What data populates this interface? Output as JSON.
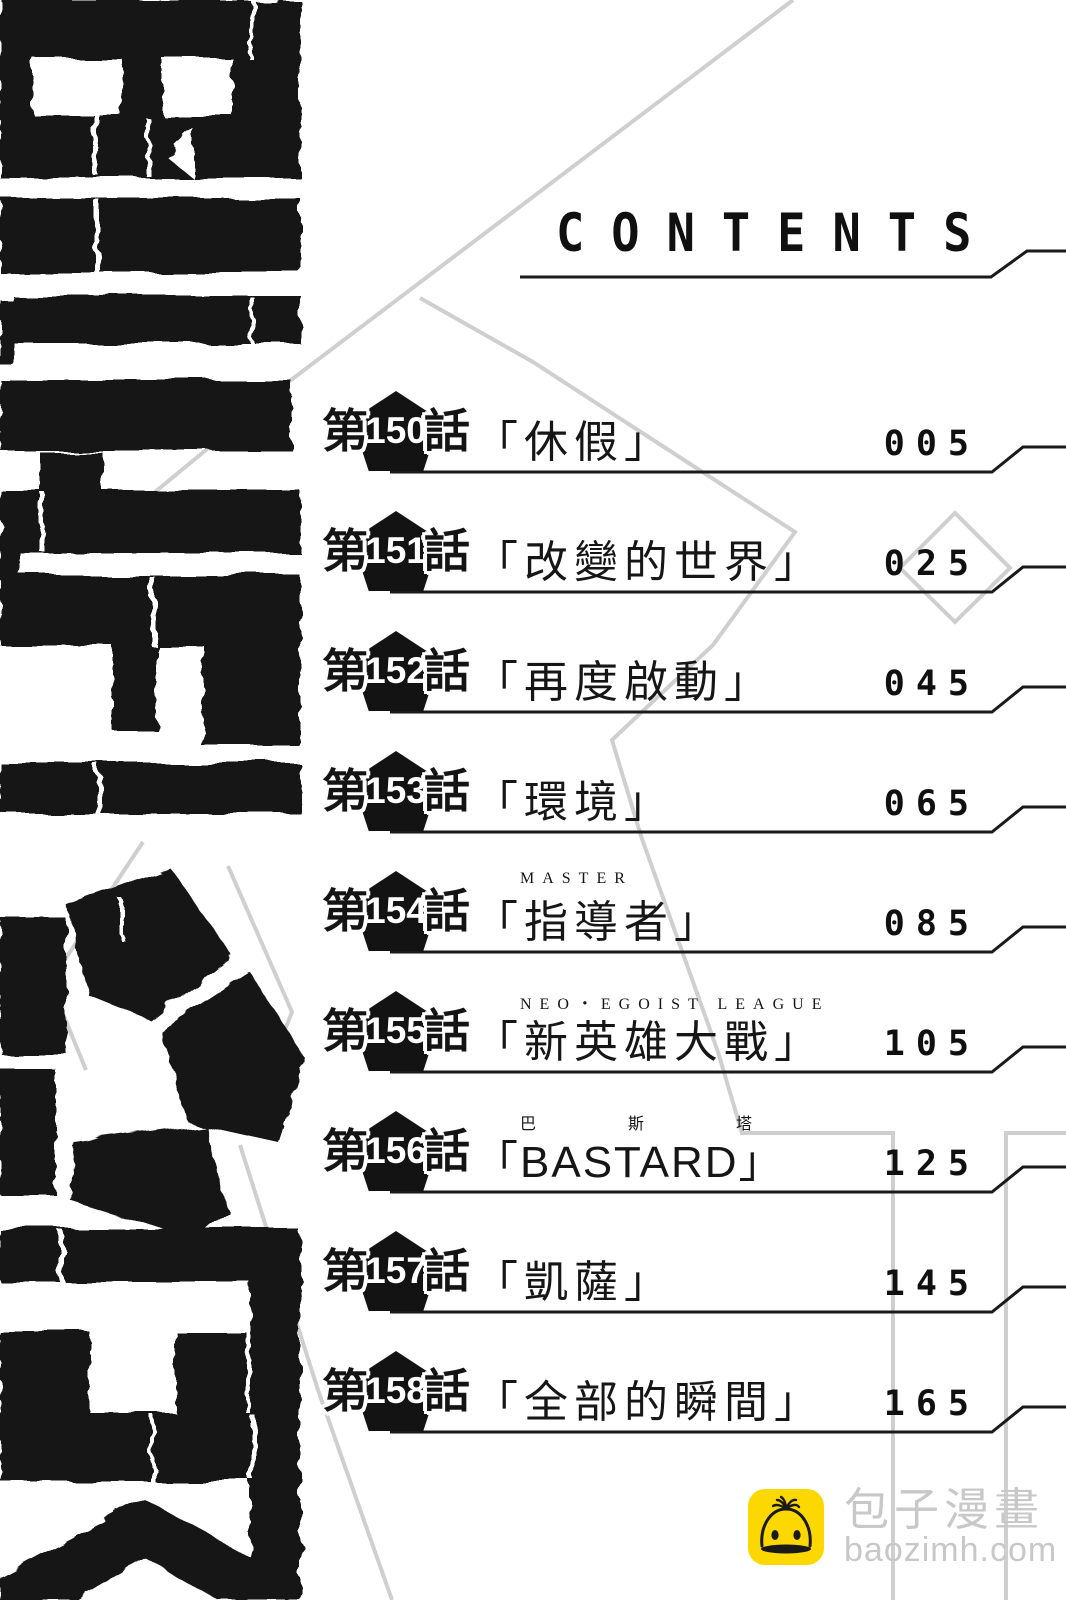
{
  "header": {
    "title": "CONTENTS"
  },
  "toc": {
    "chapter_prefix": "第",
    "chapter_suffix": "話",
    "entries": [
      {
        "num": "150",
        "title": "「休假」",
        "ruby": "",
        "page": "005"
      },
      {
        "num": "151",
        "title": "「改變的世界」",
        "ruby": "",
        "page": "025"
      },
      {
        "num": "152",
        "title": "「再度啟動」",
        "ruby": "",
        "page": "045"
      },
      {
        "num": "153",
        "title": "「環境」",
        "ruby": "",
        "page": "065"
      },
      {
        "num": "154",
        "title": "「指導者」",
        "ruby": "MASTER",
        "page": "085"
      },
      {
        "num": "155",
        "title": "「新英雄大戰」",
        "ruby": "NEO・EGOIST LEAGUE",
        "page": "105"
      },
      {
        "num": "156",
        "title": "「BASTARD」",
        "ruby": "巴　斯　塔",
        "page": "125"
      },
      {
        "num": "157",
        "title": "「凱薩」",
        "ruby": "",
        "page": "145"
      },
      {
        "num": "158",
        "title": "「全部的瞬間」",
        "ruby": "",
        "page": "165"
      }
    ]
  },
  "watermark": {
    "site_name": "包子漫畫",
    "site_url": "baozimh.com",
    "icon": "baozi-bun-icon",
    "brand_color": "#fdd700",
    "text_color": "#c8c8c8"
  },
  "colors": {
    "ink": "#131313",
    "background_lines": "#cfcfcf"
  }
}
